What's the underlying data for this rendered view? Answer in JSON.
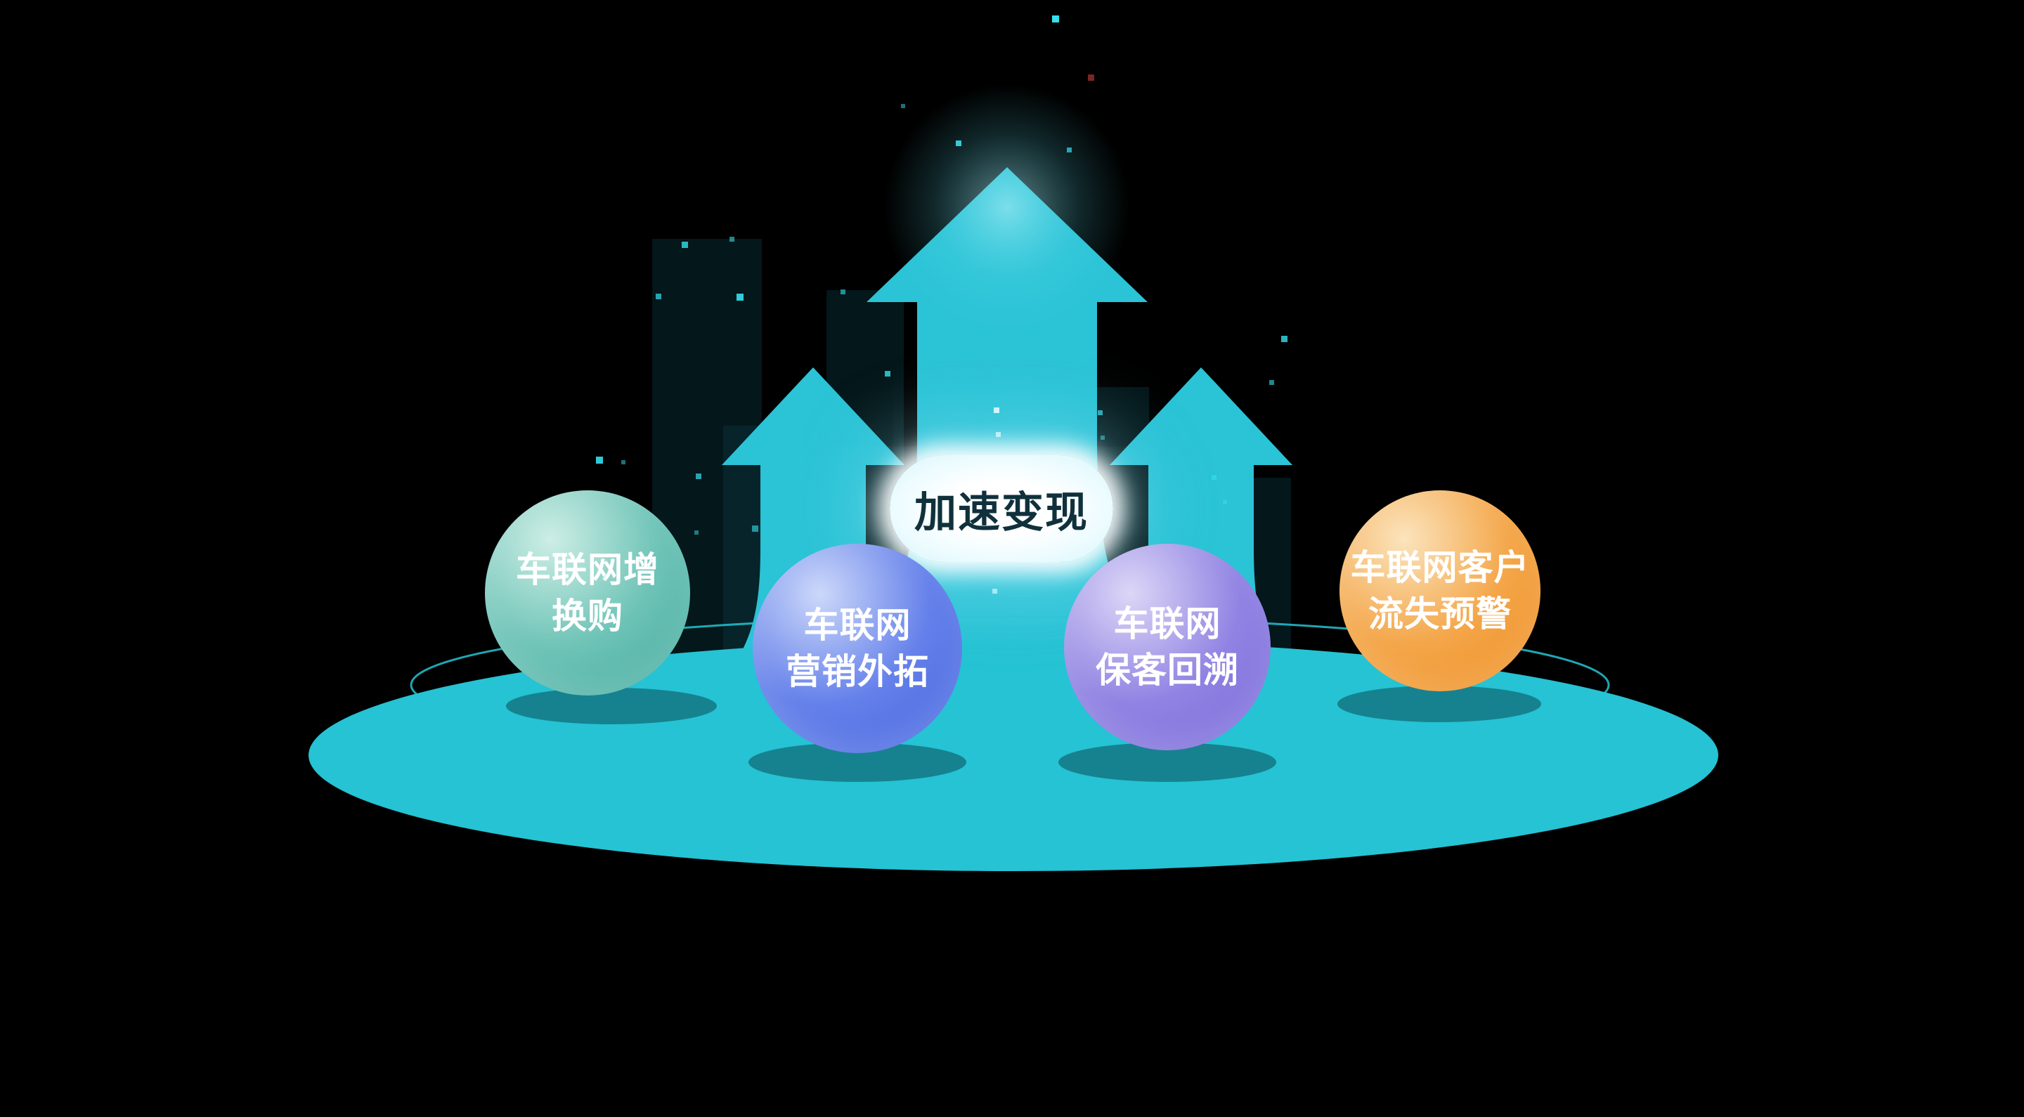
{
  "scene": {
    "background_color": "#000000",
    "platform_color": "#25c3d4",
    "arrow_color": "#2bc3d6",
    "particle_color": "#36dfee"
  },
  "center_label": {
    "text": "加速变现",
    "text_color": "#10313c",
    "glow_color": "#bdeef7"
  },
  "bubbles": [
    {
      "id": "iov-upgrade-repurchase",
      "lines": [
        "车联网增",
        "换购"
      ],
      "color_light": "#cdeee5",
      "color_mid": "#6ec3b7",
      "color_deep": "#3fa89b",
      "text_color": "#ffffff"
    },
    {
      "id": "iov-marketing-expansion",
      "lines": [
        "车联网",
        "营销外拓"
      ],
      "color_light": "#ccd8fa",
      "color_mid": "#6480ea",
      "color_deep": "#4263dd",
      "text_color": "#ffffff"
    },
    {
      "id": "iov-customer-retention",
      "lines": [
        "车联网",
        "保客回溯"
      ],
      "color_light": "#dcd7f7",
      "color_mid": "#9183e3",
      "color_deep": "#7767d8",
      "text_color": "#ffffff"
    },
    {
      "id": "iov-churn-warning",
      "lines": [
        "车联网客户",
        "流失预警"
      ],
      "color_light": "#fbe4bd",
      "color_mid": "#f4a649",
      "color_deep": "#ee8c1e",
      "text_color": "#ffffff"
    }
  ]
}
